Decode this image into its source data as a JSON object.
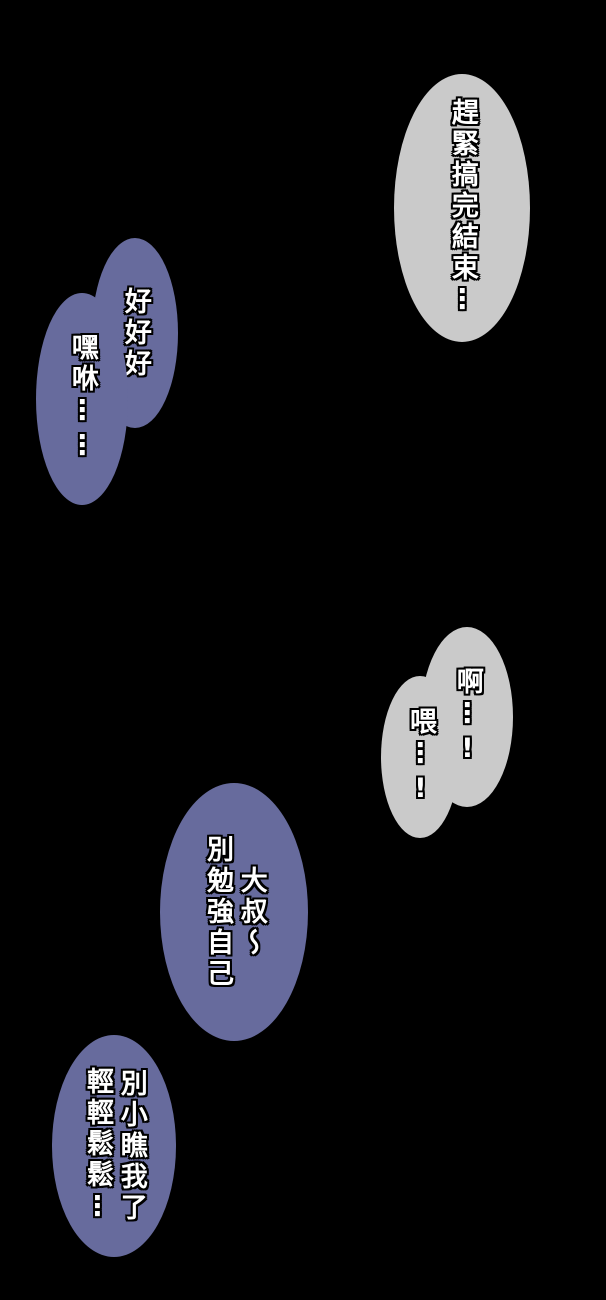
{
  "page": {
    "type": "comic-page",
    "background": "#000000"
  },
  "colors": {
    "bubble_gray": "#cacaca",
    "bubble_purple": "#676b9d",
    "text": "#ffffff",
    "text_outline": "#000000"
  },
  "bubbles": [
    {
      "id": "hurry",
      "speaker_style": "thought",
      "color": "bubble_gray",
      "text": "趕緊搞完結束⋮"
    },
    {
      "id": "okay",
      "speaker_style": "speech",
      "color": "bubble_purple",
      "text": "好好好"
    },
    {
      "id": "heave",
      "speaker_style": "speech",
      "color": "bubble_purple",
      "text": "嘿咻⋮⋮"
    },
    {
      "id": "ah",
      "speaker_style": "speech",
      "color": "bubble_gray",
      "text": "啊⋮!"
    },
    {
      "id": "hey",
      "speaker_style": "speech",
      "color": "bubble_gray",
      "text": "喂⋮!"
    },
    {
      "id": "uncle",
      "speaker_style": "speech",
      "color": "bubble_purple",
      "text": "大叔～\n別勉強自己"
    },
    {
      "id": "easy",
      "speaker_style": "speech",
      "color": "bubble_purple",
      "text": "別小瞧我了\n輕輕鬆鬆⋮"
    }
  ]
}
